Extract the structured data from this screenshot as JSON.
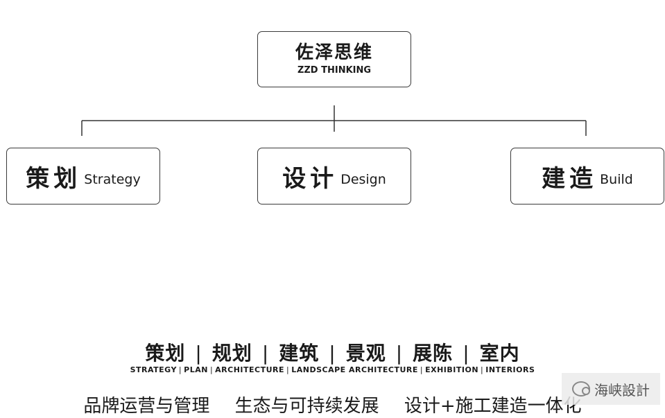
{
  "root": {
    "title_cn": "佐泽思维",
    "title_en": "ZZD THINKING"
  },
  "children": [
    {
      "cn": "策划",
      "en": "Strategy"
    },
    {
      "cn": "设计",
      "en": "Design"
    },
    {
      "cn": "建造",
      "en": "Build"
    }
  ],
  "services_cn": [
    "策划",
    "规划",
    "建筑",
    "景观",
    "展陈",
    "室内"
  ],
  "services_en": [
    "STRATEGY",
    "PLAN",
    "ARCHITECTURE",
    "LANDSCAPE ARCHITECTURE",
    "EXHIBITION",
    "INTERIORS"
  ],
  "separator": "|",
  "taglines": [
    "品牌运营与管理",
    "生态与可持续发展",
    "设计+施工建造一体化"
  ],
  "watermark": {
    "text": "海峡設計",
    "icon": "wechat-icon"
  }
}
